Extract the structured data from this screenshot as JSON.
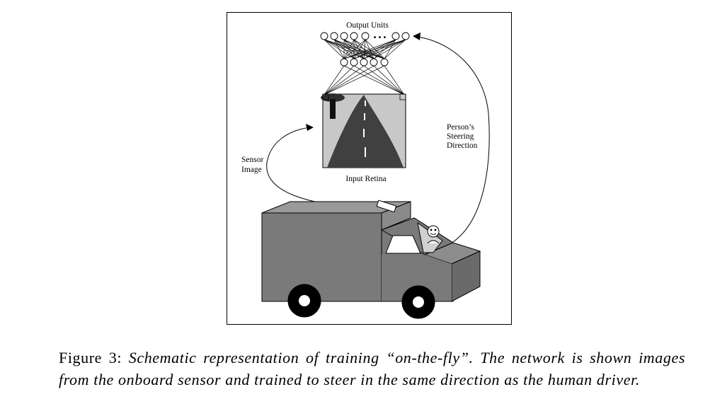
{
  "figure": {
    "labels": {
      "output_units": "Output Units",
      "input_retina": "Input Retina",
      "sensor_image_1": "Sensor",
      "sensor_image_2": "Image",
      "steering_1": "Person’s",
      "steering_2": "Steering",
      "steering_3": "Direction",
      "dots": "•••"
    }
  },
  "caption": {
    "lead": "Figure 3:",
    "body": "Schematic representation of training “on-the-fly”. The network is shown images from the onboard sensor and trained to steer in the same direction as the human driver."
  }
}
